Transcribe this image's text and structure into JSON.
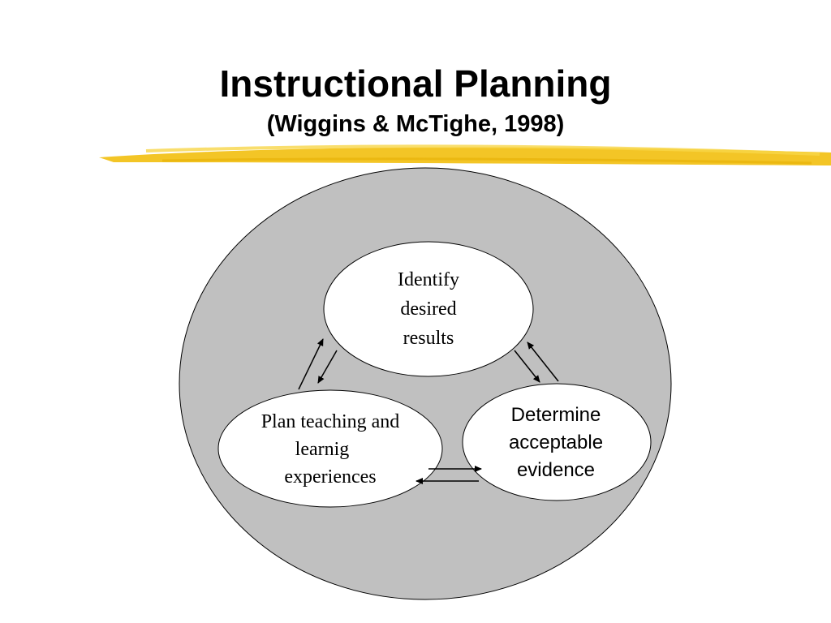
{
  "slide": {
    "title": "Instructional Planning",
    "subtitle": "(Wiggins & McTighe, 1998)",
    "accent_color": "#f2c21a",
    "outer_circle_color": "#c0c0c0"
  },
  "diagram": {
    "nodes": {
      "identify": {
        "line1": "Identify",
        "line2": "desired",
        "line3": "results"
      },
      "determine": {
        "line1": "Determine",
        "line2": "acceptable",
        "line3": "evidence"
      },
      "plan": {
        "line1": "Plan teaching and",
        "line2": "learnig",
        "line3": "experiences"
      }
    }
  }
}
